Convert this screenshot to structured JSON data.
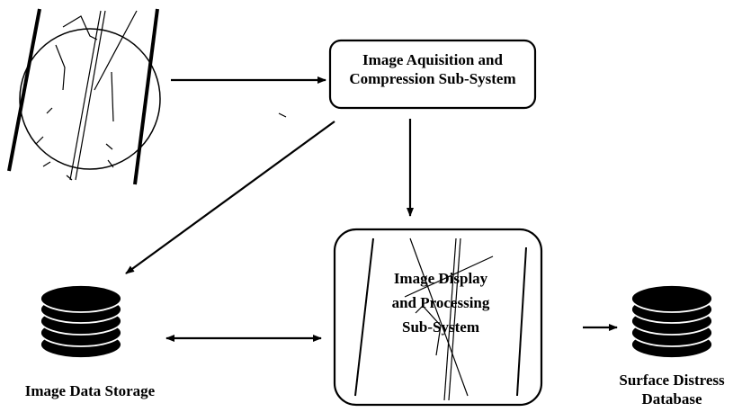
{
  "nodes": {
    "acquisition": {
      "line1": "Image Aquisition and",
      "line2": "Compression Sub-System"
    },
    "processing": {
      "line1": "Image Display",
      "line2": "and Processing",
      "line3": "Sub-System"
    },
    "storage": {
      "label": "Image Data Storage"
    },
    "database": {
      "line1": "Surface Distress",
      "line2": "Database"
    }
  }
}
